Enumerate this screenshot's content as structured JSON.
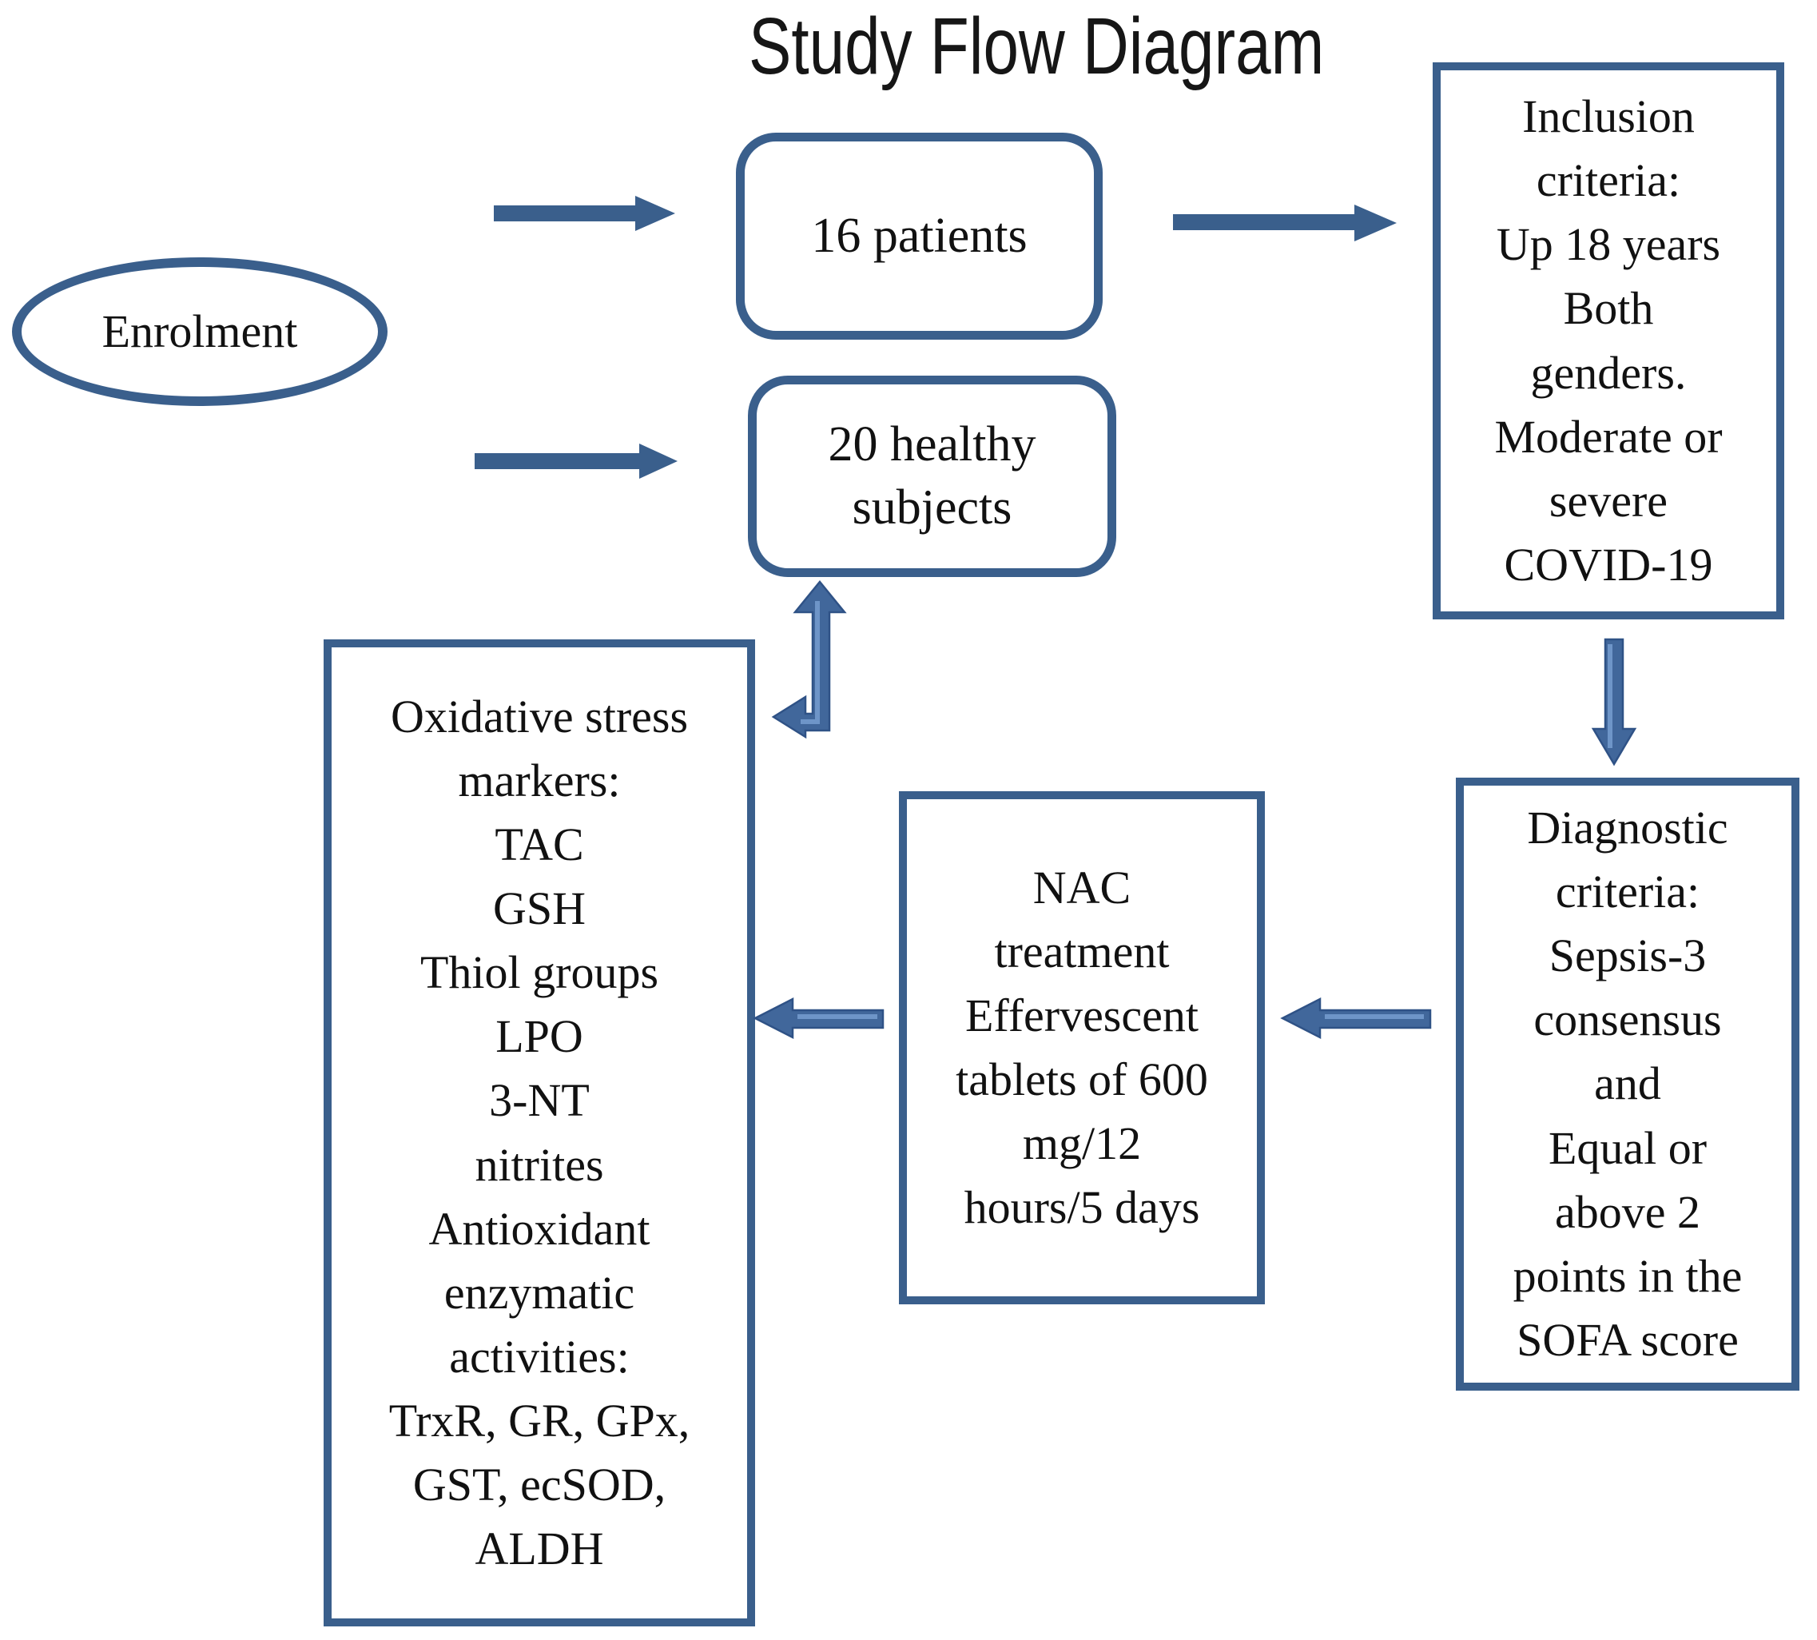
{
  "title": "Study Flow Diagram",
  "colors": {
    "line": "#3a5f8c",
    "arrow_fill": "#41679b",
    "arrow_edge": "#2f5286",
    "arrow_highlight": "#6e95c8",
    "text": "#111111",
    "bg": "#ffffff"
  },
  "nodes": {
    "enrolment": {
      "shape": "ellipse",
      "label": "Enrolment"
    },
    "patients": {
      "shape": "rounded-rect",
      "label": "16 patients"
    },
    "healthy_subjects": {
      "shape": "rounded-rect",
      "label": "20 healthy\nsubjects"
    },
    "inclusion": {
      "shape": "rect",
      "label": "Inclusion\ncriteria:\nUp 18 years\nBoth\ngenders.\nModerate or\nsevere\nCOVID-19"
    },
    "diagnostic": {
      "shape": "rect",
      "label": "Diagnostic\ncriteria:\nSepsis-3\nconsensus\nand\nEqual or\nabove 2\npoints in the\nSOFA score"
    },
    "nac": {
      "shape": "rect",
      "label": "NAC\ntreatment\nEffervescent\ntablets of 600\nmg/12\nhours/5 days"
    },
    "oxidative": {
      "shape": "rect",
      "label": "Oxidative stress\nmarkers:\nTAC\nGSH\nThiol groups\nLPO\n3-NT\nnitrites\nAntioxidant\nenzymatic\nactivities:\nTrxR, GR, GPx,\nGST, ecSOD,\nALDH"
    }
  },
  "edges": [
    {
      "from": "enrolment",
      "to": "patients",
      "style": "flat-right"
    },
    {
      "from": "enrolment",
      "to": "healthy_subjects",
      "style": "flat-right"
    },
    {
      "from": "patients",
      "to": "inclusion",
      "style": "flat-right"
    },
    {
      "from": "inclusion",
      "to": "diagnostic",
      "style": "3d-down"
    },
    {
      "from": "diagnostic",
      "to": "nac",
      "style": "3d-left"
    },
    {
      "from": "nac",
      "to": "oxidative",
      "style": "3d-left"
    },
    {
      "from": "oxidative",
      "to": "healthy_subjects",
      "style": "3d-bent-up",
      "bidirectional": true
    }
  ]
}
